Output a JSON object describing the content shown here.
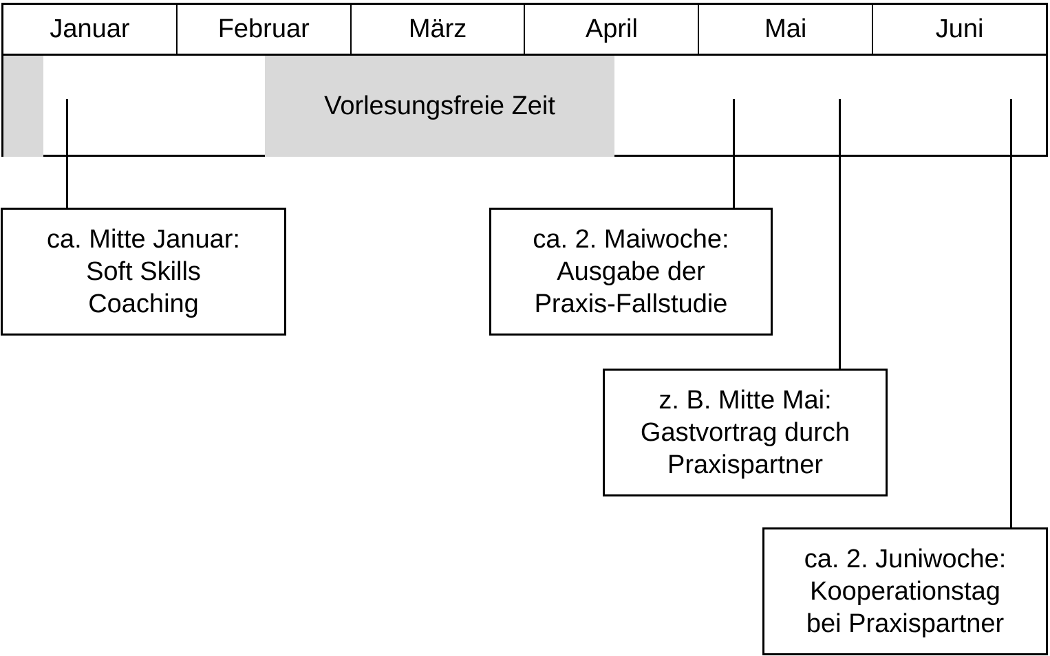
{
  "months": [
    "Januar",
    "Februar",
    "März",
    "April",
    "Mai",
    "Juni"
  ],
  "lecture_free_period": {
    "label": "Vorlesungsfreie Zeit",
    "color": "#d9d9d9"
  },
  "events": [
    {
      "line1": "ca. Mitte Januar:",
      "line2": "Soft Skills",
      "line3": "Coaching"
    },
    {
      "line1": "ca. 2. Maiwoche:",
      "line2": "Ausgabe der",
      "line3": "Praxis-Fallstudie"
    },
    {
      "line1": "z. B. Mitte Mai:",
      "line2": "Gastvortrag durch",
      "line3": "Praxispartner"
    },
    {
      "line1": "ca. 2. Juniwoche:",
      "line2": "Kooperationstag",
      "line3": "bei Praxispartner"
    }
  ]
}
